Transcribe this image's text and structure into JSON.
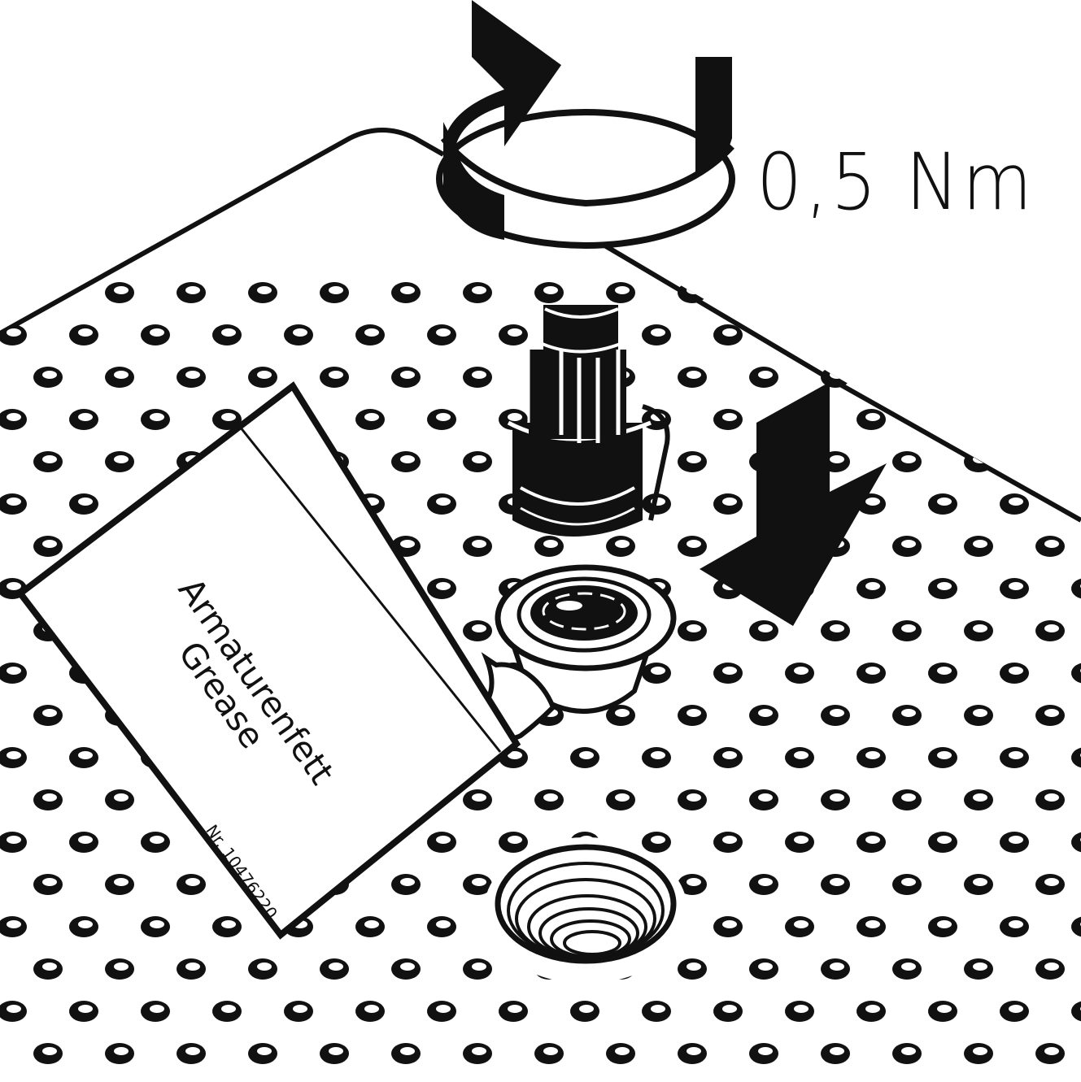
{
  "torque": {
    "label": "0,5 Nm"
  },
  "grease_packet": {
    "line1": "Armaturenfett",
    "line2": "Grease",
    "part_number": "Nr. 10476220"
  },
  "icons": {
    "rotate": "rotate-arrow-icon",
    "push_down": "down-arrow-icon"
  },
  "colors": {
    "ink": "#111111",
    "paper": "#ffffff"
  }
}
